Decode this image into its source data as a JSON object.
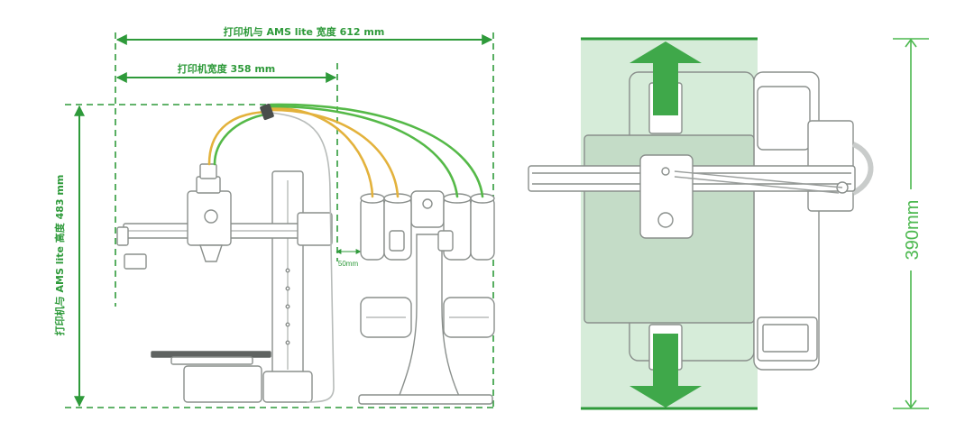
{
  "dimensions": {
    "total_width": "打印机与 AMS lite 宽度 612 mm",
    "printer_width": "打印机宽度 358 mm",
    "height": "打印机与 AMS lite 高度 483 mm",
    "spacing": "50mm",
    "depth": "390mm"
  },
  "colors": {
    "dimension_green": "#2e9a3a",
    "filament_green": "#55b948",
    "filament_yellow": "#e3b23c",
    "outline": "#8a8f8c",
    "band_fill": "#cfe9d2"
  },
  "icons": {
    "movement_arrow": "double-vertical-arrow-icon"
  }
}
